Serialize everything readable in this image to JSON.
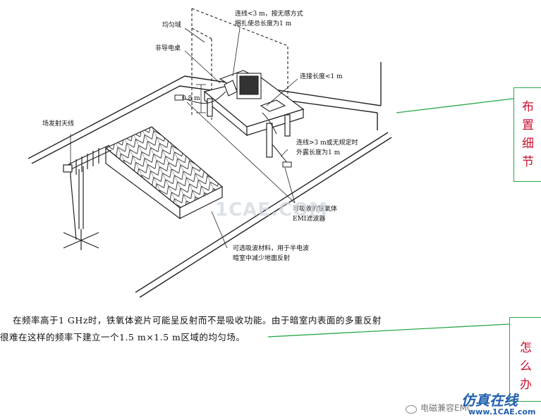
{
  "labels": {
    "uniform_field": "均匀域",
    "nonconductive_table": "非导电桌",
    "cable_lt3m_line1": "连线<3 m，按无感方式",
    "cable_lt3m_line2": "捆扎使总长度为1 m",
    "cable_lt1m": "连接长度<1 m",
    "height_08m": "0.8 m",
    "antenna": "场发射天线",
    "cable_gt3m_line1": "连线>3 m或无规定时",
    "cable_gt3m_line2": "外露长度为1 m",
    "ferrite_line1": "可吸收的铁氧体",
    "ferrite_line2": "EMI滤波器",
    "absorber_line1": "可选吸波材料，用于半电波",
    "absorber_line2": "暗室中减少地面反射"
  },
  "paragraph": {
    "line1": "在频率高于1 GHz时，铁氧体瓷片可能呈反射而不是吸收功能。由于暗室内表面的多重反射",
    "line2": "很难在这样的频率下建立一个1.5 m×1.5 m区域的均匀场。"
  },
  "callouts": {
    "layout_details": [
      "布",
      "置",
      "细",
      "节"
    ],
    "what_to_do": [
      "怎",
      "么",
      "办"
    ]
  },
  "watermark": {
    "center": "1CAE.COM",
    "brand_cn": "仿真在线",
    "brand_url": "www.1CAE.com",
    "wechat_name": "电磁兼容EMC"
  },
  "colors": {
    "callout_border": "#2aa84a",
    "callout_text": "#c8102e",
    "brand_blue": "#1f5fb0"
  }
}
